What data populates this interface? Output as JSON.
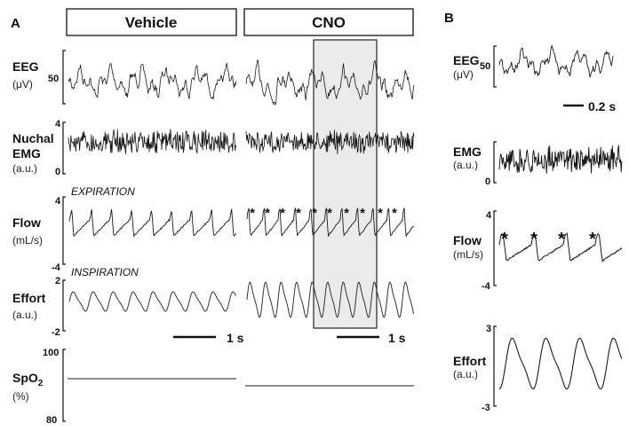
{
  "panel_a": {
    "letter": "A",
    "conditions": [
      "Vehicle",
      "CNO"
    ],
    "rows": [
      {
        "label": "EEG",
        "unit": "(μV)",
        "ticks": [
          "50"
        ]
      },
      {
        "label": "Nuchal",
        "label2": "EMG",
        "unit": "(a.u.)",
        "ticks": [
          "4",
          "0"
        ]
      },
      {
        "label": "Flow",
        "unit": "(mL/s)",
        "ticks": [
          "4",
          "-4"
        ],
        "annot_top": "EXPIRATION",
        "annot_bottom": "INSPIRATION"
      },
      {
        "label": "Effort",
        "unit": "(a.u.)",
        "ticks": [
          "2",
          "-2"
        ]
      },
      {
        "label": "SpO",
        "sub": "2",
        "unit": "(%)",
        "ticks": [
          "100",
          "80"
        ]
      }
    ],
    "scalebars": [
      "1 s",
      "1 s"
    ],
    "asterisk": "*"
  },
  "panel_b": {
    "letter": "B",
    "rows": [
      {
        "label": "EEG",
        "unit": "(μV)",
        "ticks": [
          "50"
        ]
      },
      {
        "label": "EMG",
        "unit": "(a.u.)",
        "ticks": [
          "0"
        ]
      },
      {
        "label": "Flow",
        "unit": "(mL/s)",
        "ticks": [
          "4",
          "-4"
        ]
      },
      {
        "label": "Effort",
        "unit": "(a.u.)",
        "ticks": [
          "3",
          "-3"
        ]
      }
    ],
    "scalebar": "0.2 s",
    "asterisk": "*"
  },
  "colors": {
    "trace": "#1a1a1a",
    "highlight_fill": "#ebebeb",
    "highlight_trace": "#777777"
  }
}
